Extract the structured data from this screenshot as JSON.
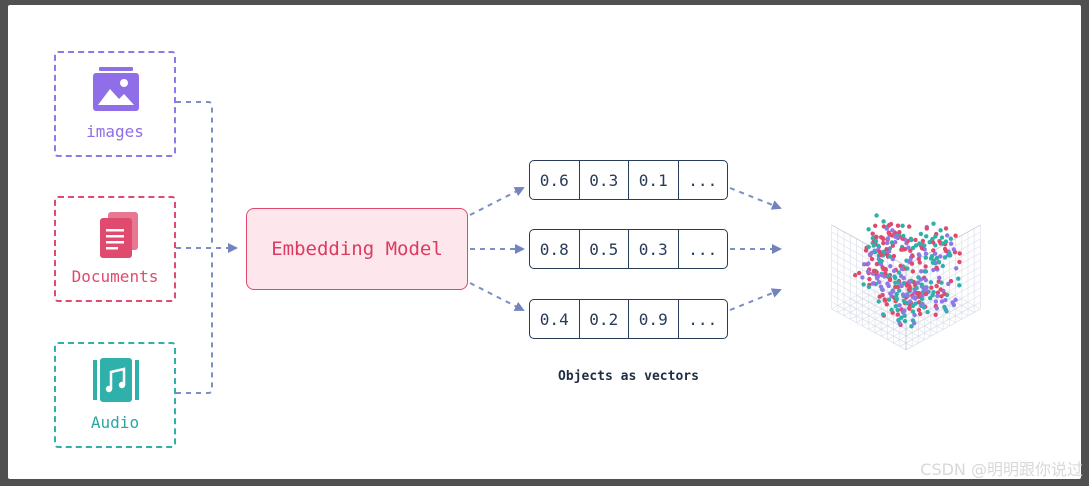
{
  "inputs": {
    "images_label": "images",
    "documents_label": "Documents",
    "audio_label": "Audio"
  },
  "model": {
    "label": "Embedding Model"
  },
  "vectors": [
    [
      "0.6",
      "0.3",
      "0.1",
      "..."
    ],
    [
      "0.8",
      "0.5",
      "0.3",
      "..."
    ],
    [
      "0.4",
      "0.2",
      "0.9",
      "..."
    ]
  ],
  "caption": "Objects as vectors",
  "watermark": "CSDN @明明跟你说过",
  "colors": {
    "purple": "#8f78e8",
    "pink": "#e04a6e",
    "teal": "#2fb0aa",
    "navy": "#283b59",
    "arrow": "#7c8fc4"
  },
  "icons": [
    "image-icon",
    "document-icon",
    "audio-icon",
    "vector-space-icon"
  ]
}
